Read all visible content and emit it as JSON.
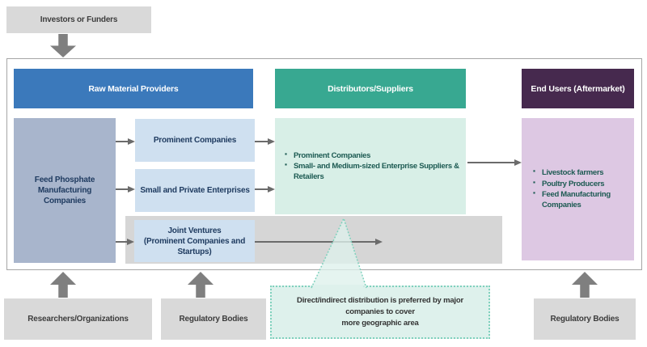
{
  "top_box": {
    "label": "Investors or Funders"
  },
  "headers": {
    "raw_material": "Raw Material Providers",
    "distributors": "Distributors/Suppliers",
    "end_users": "End Users (Aftermarket)"
  },
  "raw_material": {
    "manufacturer_lines": [
      "Feed Phosphate",
      "Manufacturing Companies"
    ],
    "prominent": "Prominent Companies",
    "small_private": "Small and Private Enterprises",
    "joint_ventures_lines": [
      "Joint Ventures",
      "(Prominent Companies and",
      "Startups)"
    ]
  },
  "distributors": {
    "items": [
      "Prominent Companies",
      "Small- and Medium-sized Enterprise Suppliers & Retailers"
    ]
  },
  "end_users": {
    "items": [
      "Livestock farmers",
      "Poultry Producers",
      "Feed Manufacturing Companies"
    ]
  },
  "callout": {
    "lines": [
      "Direct/indirect distribution is preferred by major companies to cover",
      "more geographic area"
    ]
  },
  "bottom_boxes": [
    "Researchers/Organizations",
    "Regulatory Bodies",
    "Regulatory Bodies"
  ],
  "colors": {
    "raw_material_header": "#3b79bb",
    "distributors_header": "#38a891",
    "end_users_header": "#46294e",
    "manufacturer_box": "#a8b5cc",
    "light_blue_box": "#cfe0f0",
    "mint_box": "#d8efe7",
    "lilac_box": "#ddc8e3",
    "gray_box": "#d9d9d9",
    "arrow_gray": "#7f7f7f",
    "callout_bg": "#def1ec",
    "callout_border": "#7fd1bd"
  }
}
